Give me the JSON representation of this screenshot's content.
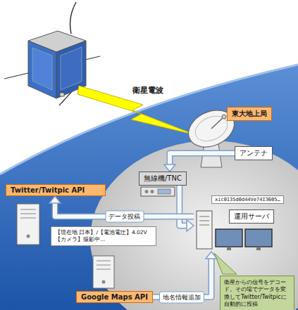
{
  "diagram": {
    "nodes": [
      {
        "text": [
          "東大地上局"
        ]
      },
      {
        "text": [
          "アンテナ"
        ]
      },
      {
        "text": [
          "無線機/TNC"
        ]
      },
      {
        "text": [
          "運用サーバ"
        ]
      },
      {
        "text": [
          "Twitter/Twitpic API"
        ]
      },
      {
        "text": [
          "Google Maps API"
        ]
      },
      {
        "text": [
          "xic0135d0d44Ve74I3605…"
        ]
      },
      {
        "text": [
          "【現在地 日本】/【電池電圧】4.02V【カメラ】撮影中..."
        ]
      },
      {
        "text": [
          "衛星からの信号をデコード。その場でデータを変換してTwitter/Twitpicに自動的に投稿"
        ]
      }
    ],
    "edges": [
      {
        "from": 1,
        "to": 2,
        "arrow": "to"
      },
      {
        "from": 2,
        "to": 3,
        "arrow": "to"
      },
      {
        "from": 3,
        "to": 4,
        "label": "データ投稿",
        "arrow": "to"
      },
      {
        "from": 5,
        "to": 3,
        "label": "地名情報追加",
        "arrow": "to"
      }
    ],
    "labels": [
      "衛星電波"
    ]
  }
}
